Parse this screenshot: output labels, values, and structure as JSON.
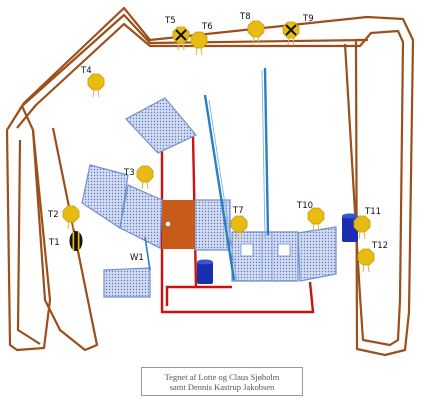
{
  "credit": {
    "line1": "Tegnet af Lotte og Claus Sjøholm",
    "line2": "samt Dennis Kastrup Jakobsen"
  },
  "markers": [
    {
      "label": "T1",
      "icon": "black-yellow-marker-icon"
    },
    {
      "label": "T2",
      "icon": "yellow-octagon-sign-icon"
    },
    {
      "label": "T3",
      "icon": "yellow-octagon-sign-icon"
    },
    {
      "label": "T4",
      "icon": "yellow-octagon-sign-icon"
    },
    {
      "label": "T5",
      "icon": "crossed-yellow-octagon-sign-icon"
    },
    {
      "label": "T6",
      "icon": "yellow-octagon-sign-icon"
    },
    {
      "label": "T7",
      "icon": "yellow-octagon-sign-icon"
    },
    {
      "label": "T8",
      "icon": "yellow-octagon-sign-icon"
    },
    {
      "label": "T9",
      "icon": "crossed-yellow-octagon-sign-icon"
    },
    {
      "label": "T10",
      "icon": "yellow-octagon-sign-icon"
    },
    {
      "label": "T11",
      "icon": "yellow-octagon-sign-icon"
    },
    {
      "label": "T12",
      "icon": "yellow-octagon-sign-icon"
    },
    {
      "label": "W1",
      "icon": "wall-label"
    }
  ],
  "colors": {
    "fence": "#9c4f1a",
    "rail": "#cc1111",
    "platform": "#6f8fd1",
    "platform_fill": "#c6d2ef",
    "pole": "#2a7fc0",
    "sign": "#e8bb12",
    "box": "#c85a1a",
    "barrel": "#1a2fb0"
  }
}
